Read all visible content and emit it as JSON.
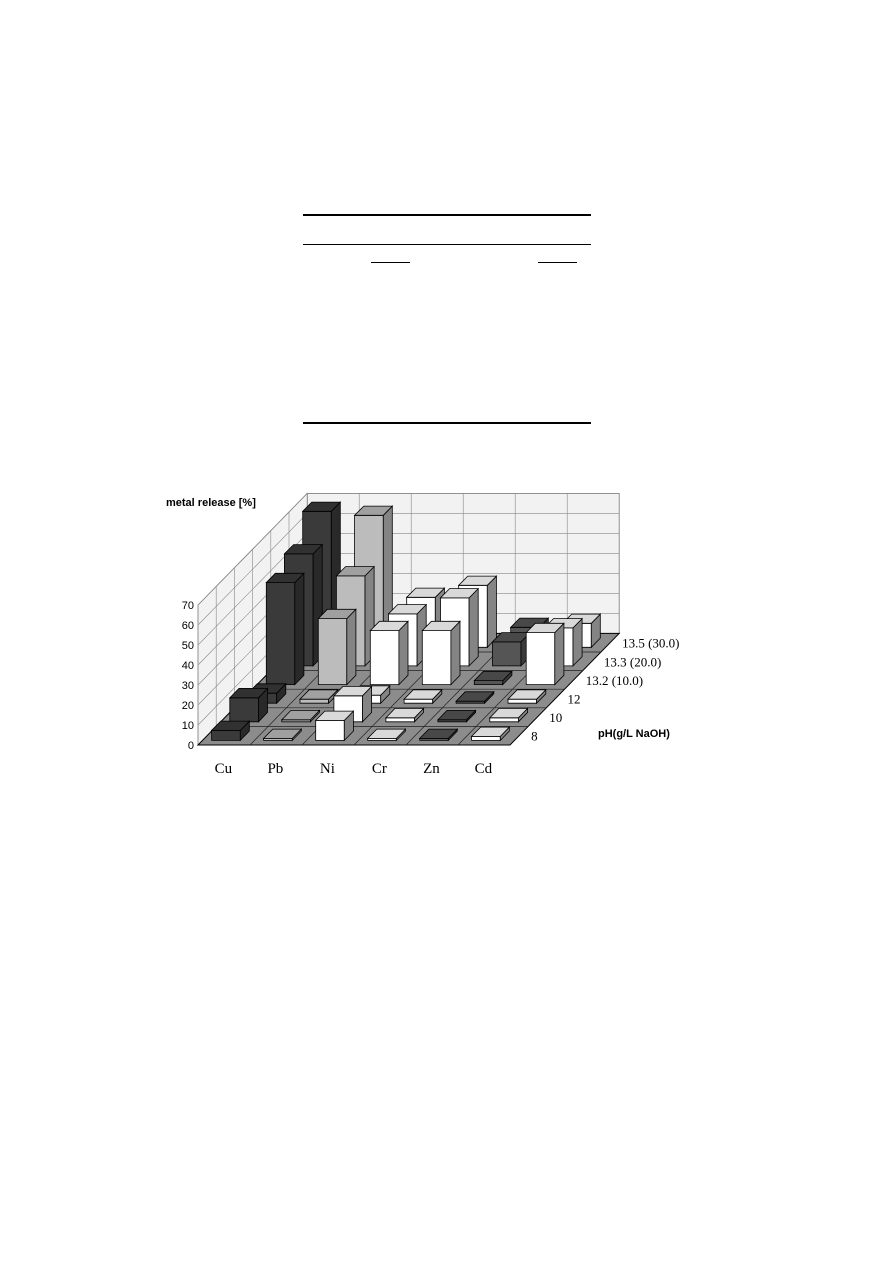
{
  "chart_data": {
    "type": "bar",
    "subtype": "3d-column",
    "ylabel": "metal release [%]",
    "depth_axis_label": "pH(g/L NaOH)",
    "yticks": [
      "0",
      "10",
      "20",
      "30",
      "40",
      "50",
      "60",
      "70"
    ],
    "ylim": [
      0,
      70
    ],
    "categories": [
      "Cu",
      "Pb",
      "Ni",
      "Cr",
      "Zn",
      "Cd"
    ],
    "series": [
      {
        "name": "8",
        "values": [
          5,
          1,
          10,
          1,
          1,
          2
        ]
      },
      {
        "name": "10",
        "values": [
          12,
          1,
          13,
          2,
          1,
          2
        ]
      },
      {
        "name": "12",
        "values": [
          5,
          2,
          4,
          2,
          1,
          2
        ]
      },
      {
        "name": "13.2 (10.0)",
        "values": [
          51,
          33,
          27,
          27,
          2,
          26
        ]
      },
      {
        "name": "13.3 (20.0)",
        "values": [
          56,
          45,
          26,
          34,
          12,
          19
        ]
      },
      {
        "name": "13.5 (30.0)",
        "values": [
          68,
          66,
          25,
          31,
          10,
          12
        ]
      }
    ],
    "series_colors": [
      "#4a4a4a",
      "#ffffff",
      "#cfcfcf",
      "#ffffff",
      "#7b7b7b",
      "#ffffff"
    ],
    "category_colors": [
      "#3a3a3a",
      "#bcbcbc",
      "#ffffff",
      "#ffffff",
      "#555555",
      "#ffffff"
    ],
    "grid": true
  }
}
